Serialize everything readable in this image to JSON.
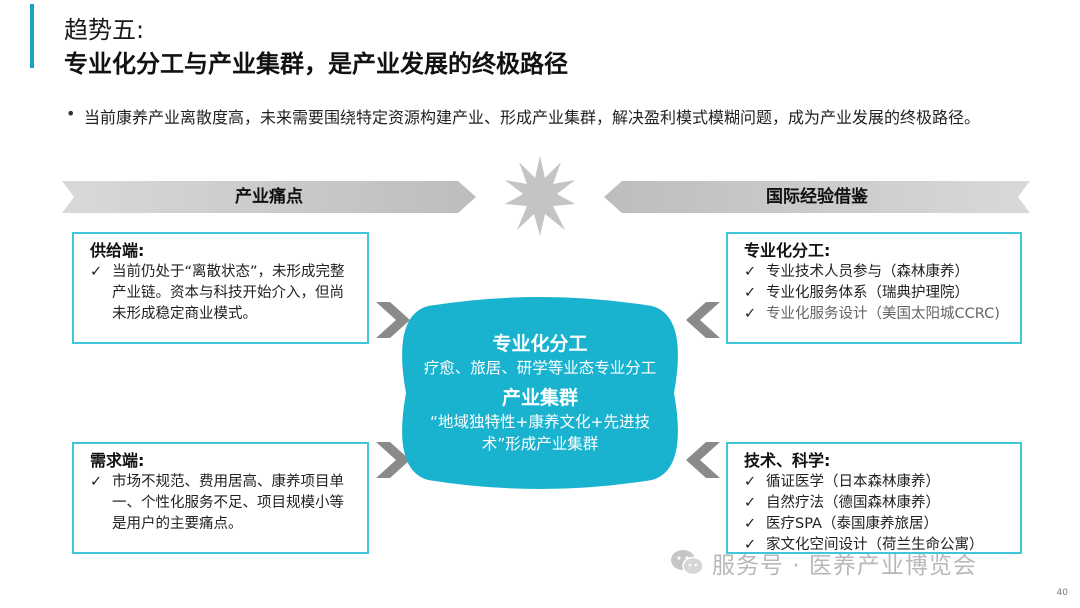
{
  "header": {
    "trend_label": "趋势五:",
    "title": "专业化分工与产业集群，是产业发展的终极路径"
  },
  "intro": {
    "bullet": "•",
    "text": "当前康养产业离散度高，未来需要围绕特定资源构建产业、形成产业集群，解决盈利模式模糊问题，成为产业发展的终极路径。"
  },
  "banners": {
    "left": "产业痛点",
    "right": "国际经验借鉴"
  },
  "pain_points": {
    "supply": {
      "heading": "供给端:",
      "items": [
        "当前仍处于“离散状态”，未形成完整产业链。资本与科技开始介入，但尚未形成稳定商业模式。"
      ]
    },
    "demand": {
      "heading": "需求端:",
      "items": [
        "市场不规范、费用居高、康养项目单一、个性化服务不足、项目规模小等是用户的主要痛点。"
      ]
    }
  },
  "experience": {
    "specialization": {
      "heading": "专业化分工:",
      "items": [
        "专业技术人员参与（森林康养）",
        "专业化服务体系（瑞典护理院）",
        "专业化服务设计（美国太阳城CCRC)"
      ]
    },
    "tech_science": {
      "heading": "技术、科学:",
      "items": [
        "循证医学（日本森林康养）",
        "自然疗法（德国森林康养）",
        "医疗SPA（泰国康养旅居）",
        "家文化空间设计（荷兰生命公寓）"
      ]
    }
  },
  "check_symbol": "✓",
  "center": {
    "heading1": "专业化分工",
    "text1": "疗愈、旅居、研学等业态专业分工",
    "heading2": "产业集群",
    "text2": "“地域独特性+康养文化+先进技术”形成产业集群"
  },
  "watermark": {
    "text": "服务号 · 医养产业博览会",
    "icon": "wechat-icon"
  },
  "page_number": "40",
  "colors": {
    "accent": "#1aa3c6",
    "box_border": "#3fc6d8",
    "center_fill": "#1ab3cf",
    "banner_gray": "#cfcfcf",
    "chevron_gray": "#8a8a8a"
  }
}
